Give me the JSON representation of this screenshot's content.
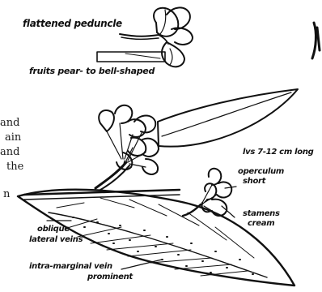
{
  "labels": {
    "flattened_peduncle": "flattened peduncle",
    "fruits": "fruits pear- to bell-shaped",
    "length": "lvs 7-12 cm long",
    "operculum_line1": "operculum",
    "operculum_line2": "short",
    "stamens_line1": "stamens",
    "stamens_line2": "cream",
    "oblique_line1": "oblique",
    "oblique_line2": "lateral veins",
    "intramarginal_line1": "intra-marginal vein",
    "intramarginal_line2": "prominent"
  },
  "text_fragments": [
    "and",
    "ain",
    "and",
    "the",
    "n"
  ],
  "colors": {
    "ink": "#111111",
    "paper": "#ffffff"
  }
}
